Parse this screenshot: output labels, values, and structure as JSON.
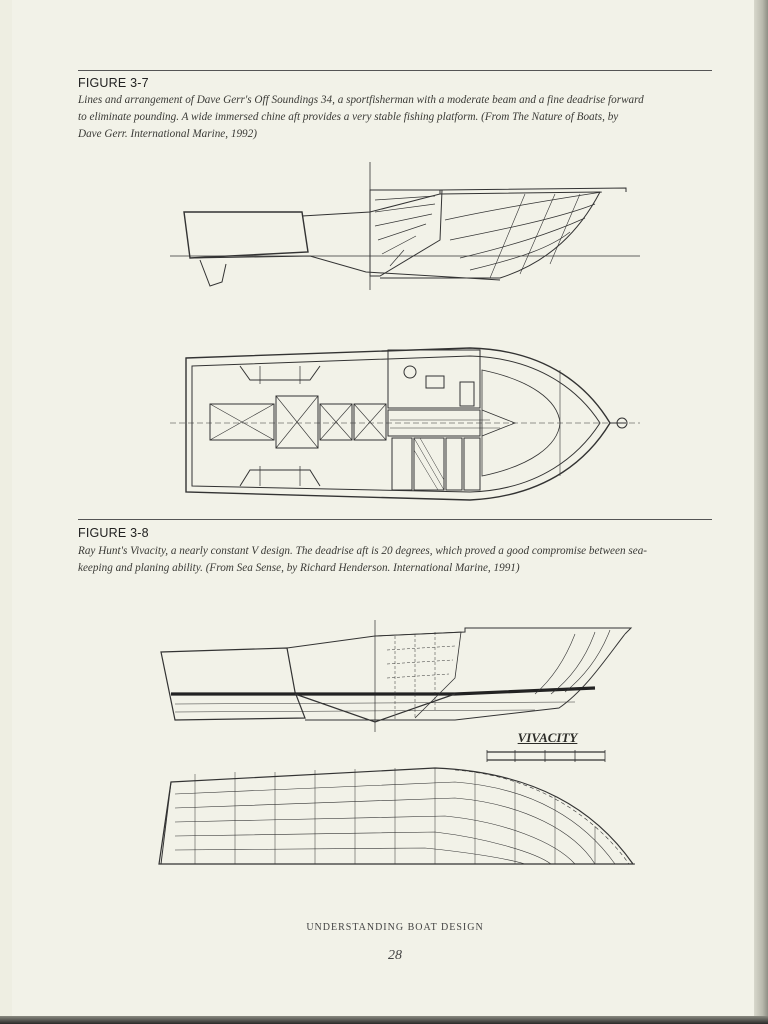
{
  "figures": [
    {
      "label": "FIGURE 3-7",
      "caption_line1": "Lines and arrangement of Dave Gerr's Off Soundings 34, a sportfisherman with a moderate beam and a fine deadrise forward",
      "caption_line2": "to eliminate pounding. A wide immersed chine aft provides a very stable fishing platform. (From The Nature of Boats, by",
      "caption_line3": "Dave Gerr. International Marine, 1992)"
    },
    {
      "label": "FIGURE 3-8",
      "caption_line1": "Ray Hunt's Vivacity, a nearly constant V design. The deadrise aft is 20 degrees, which proved a good compromise between sea-",
      "caption_line2": "keeping and planing ability. (From Sea Sense, by Richard Henderson. International Marine, 1991)"
    }
  ],
  "drawing_text": {
    "boat_name": "VIVACITY"
  },
  "footer": {
    "book_title": "UNDERSTANDING BOAT DESIGN",
    "page_number": "28"
  }
}
